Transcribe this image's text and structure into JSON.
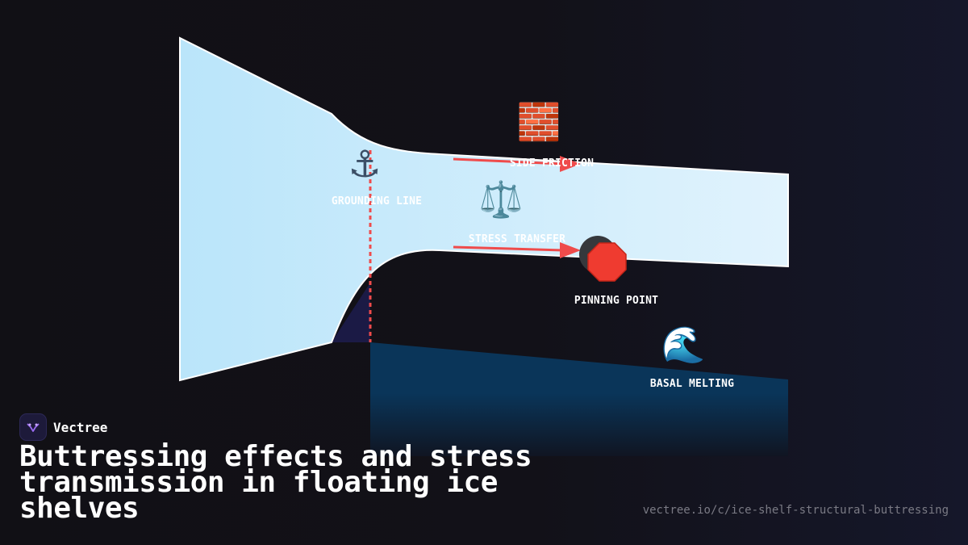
{
  "brand": {
    "name": "Vectree",
    "logo_icon": "vectree-logo-icon"
  },
  "title": "Buttressing effects and stress transmission in floating ice shelves",
  "url": "vectree.io/c/ice-shelf-structural-buttressing",
  "labels": {
    "grounding_line": "GROUNDING LINE",
    "side_friction": "SIDE FRICTION",
    "stress_transfer": "STRESS TRANSFER",
    "pinning_point": "PINNING POINT",
    "basal_melting": "BASAL MELTING"
  },
  "icons": {
    "grounding_line": "⚓",
    "side_friction": "🧱",
    "stress_transfer": "⚖️",
    "pinning_point": "🛑",
    "basal_melting": "🌊"
  },
  "colors": {
    "ice": "#bfe6fb",
    "ocean": "#0a3559",
    "bedrock": "#1b1a45",
    "arrow": "#ef4b4b",
    "background": "#111015"
  }
}
